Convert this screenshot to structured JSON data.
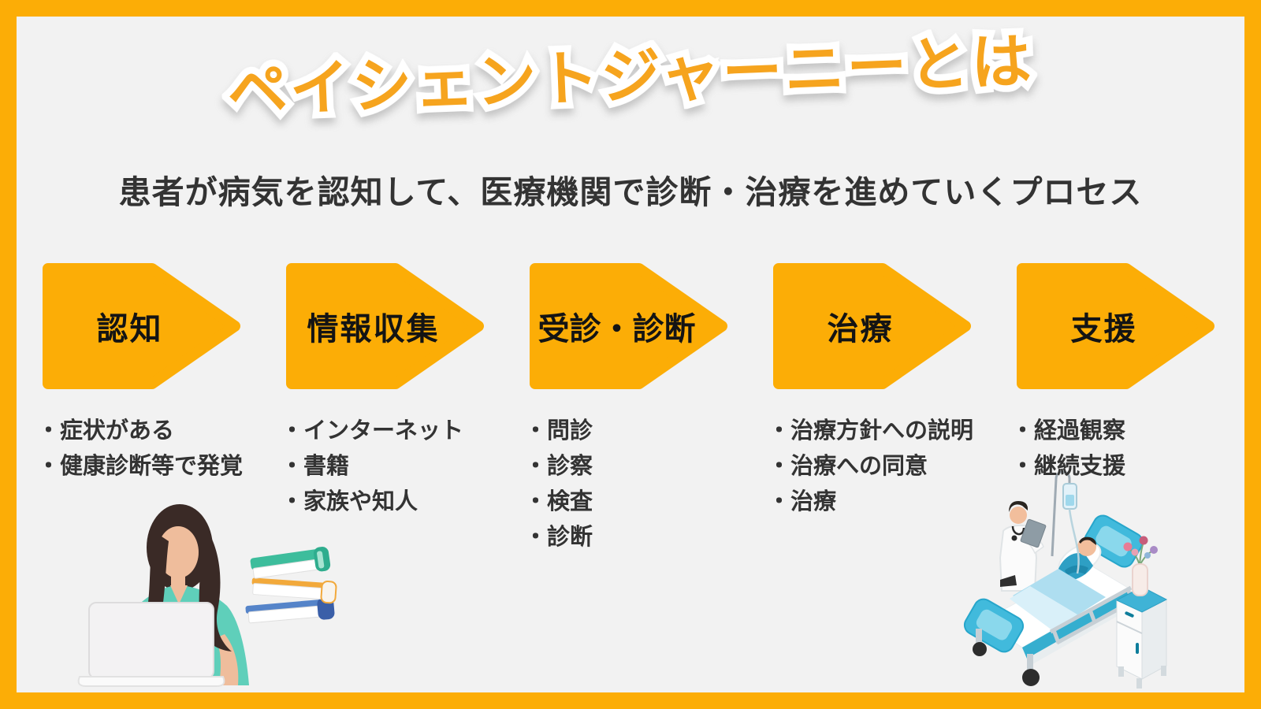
{
  "title": "ペイシェントジャーニーとは",
  "subtitle": "患者が病気を認知して、医療機関で診断・治療を進めていくプロセス",
  "stages": [
    {
      "label": "認知",
      "items": [
        "・症状がある",
        "・健康診断等で発覚"
      ]
    },
    {
      "label": "情報収集",
      "items": [
        "・インターネット",
        "・書籍",
        "・家族や知人"
      ]
    },
    {
      "label": "受診・診断",
      "items": [
        "・問診",
        "・診察",
        "・検査",
        "・診断"
      ]
    },
    {
      "label": "治療",
      "items": [
        "・治療方針への説明",
        "・治療への同意",
        "・治療"
      ]
    },
    {
      "label": "支援",
      "items": [
        "・経過観察",
        "・継続支援"
      ]
    }
  ],
  "illustrations": {
    "woman_laptop": "woman-researching-on-laptop",
    "books": "stack-of-books",
    "hospital": "doctor-with-patient-in-hospital-bed"
  },
  "colors": {
    "frame_orange": "#FCAD06",
    "arrow_orange": "#FCAD06",
    "title_orange": "#F6A41E",
    "background": "#F2F2F2",
    "text_dark": "#333333",
    "label_black": "#141414"
  }
}
